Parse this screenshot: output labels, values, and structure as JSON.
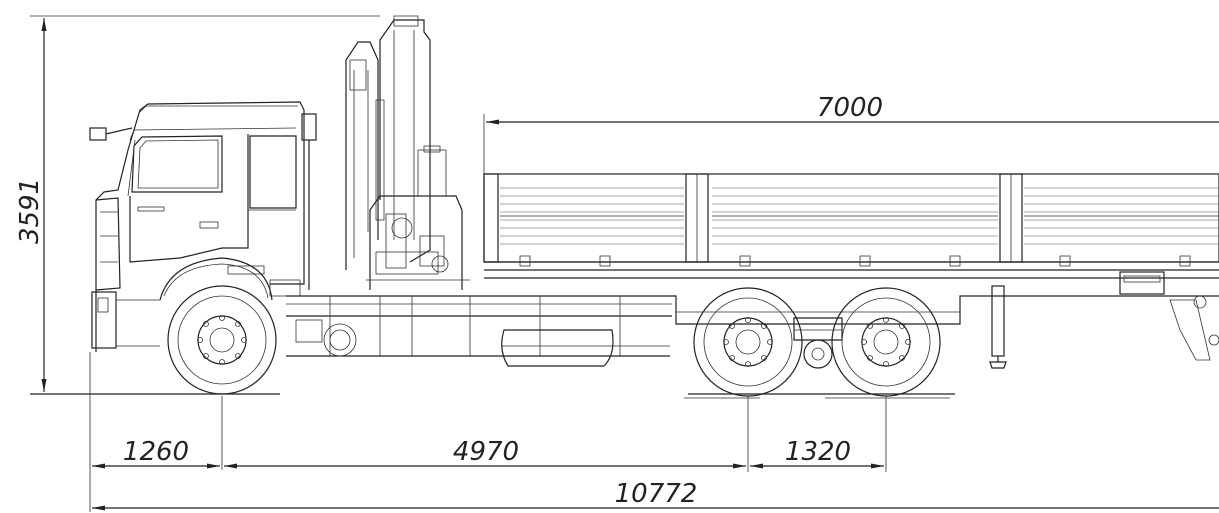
{
  "dimensions": {
    "overall_height": "3591",
    "body_length": "7000",
    "front_overhang": "1260",
    "wheelbase_front": "4970",
    "axle_spacing": "1320",
    "overall_length": "10772"
  },
  "colors": {
    "line": "#222222",
    "background": "#ffffff"
  }
}
